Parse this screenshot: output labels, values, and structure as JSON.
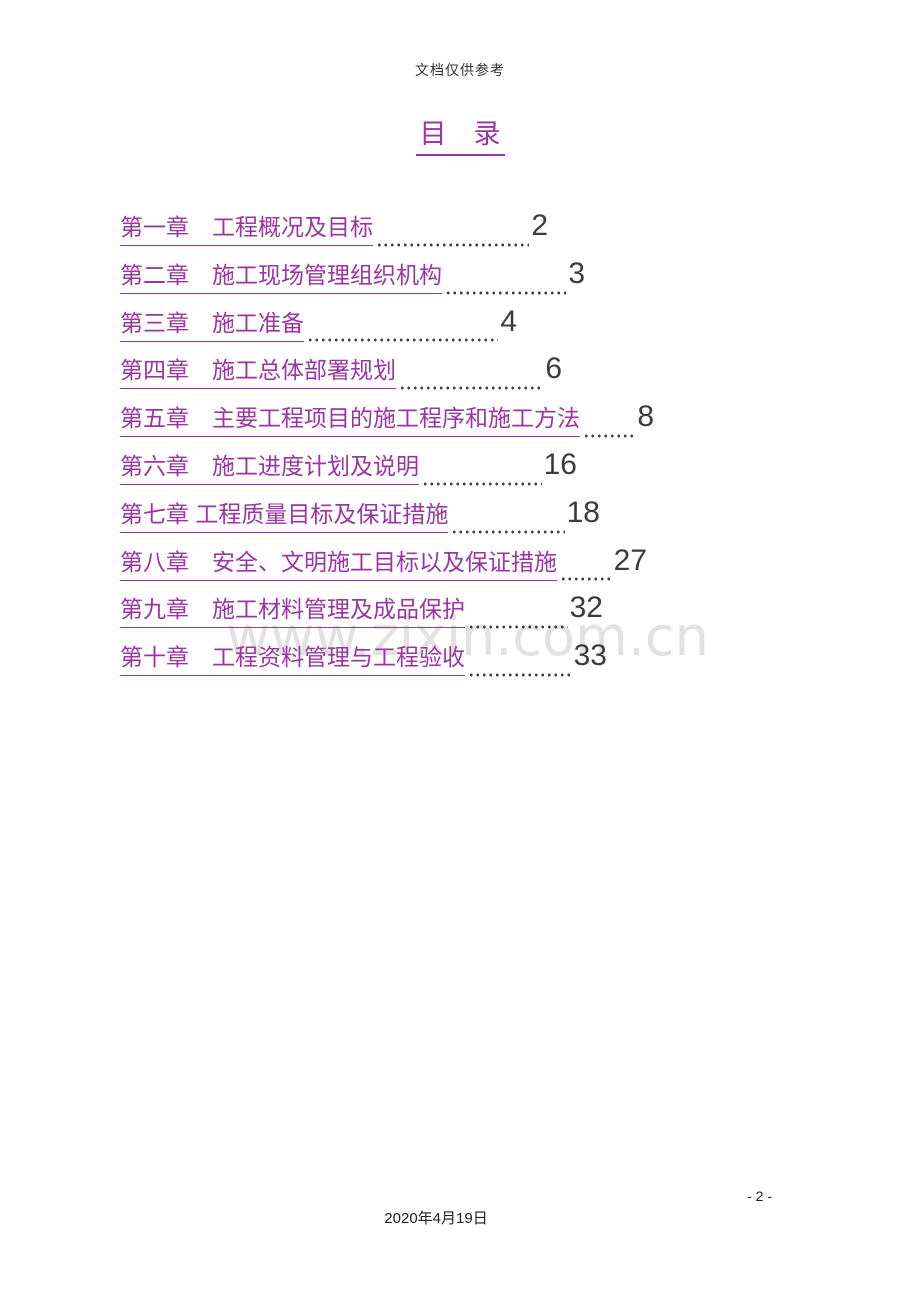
{
  "page": {
    "header_note": "文档仅供参考",
    "title": "目　录",
    "watermark": "www.zixin.com.cn",
    "footer": {
      "page_number": "- 2 -",
      "date": "2020年4月19日"
    },
    "colors": {
      "accent": "#9A35A2",
      "body_text": "#3c3c3c",
      "watermark": "#e2e2e2",
      "background": "#ffffff"
    }
  },
  "toc": {
    "entries": [
      {
        "label": "第一章　工程概况及目标",
        "page": "2"
      },
      {
        "label": "第二章　施工现场管理组织机构",
        "page": "3"
      },
      {
        "label": "第三章　施工准备",
        "page": "4"
      },
      {
        "label": "第四章　施工总体部署规划",
        "page": "6"
      },
      {
        "label": "第五章　主要工程项目的施工程序和施工方法",
        "page": "8"
      },
      {
        "label": "第六章　施工进度计划及说明",
        "page": "16"
      },
      {
        "label": "第七章 工程质量目标及保证措施",
        "page": "18"
      },
      {
        "label": "第八章　安全、文明施工目标以及保证措施",
        "page": "27"
      },
      {
        "label": "第九章　施工材料管理及成品保护",
        "page": "32"
      },
      {
        "label": "第十章　工程资料管理与工程验收",
        "page": "33"
      }
    ]
  }
}
